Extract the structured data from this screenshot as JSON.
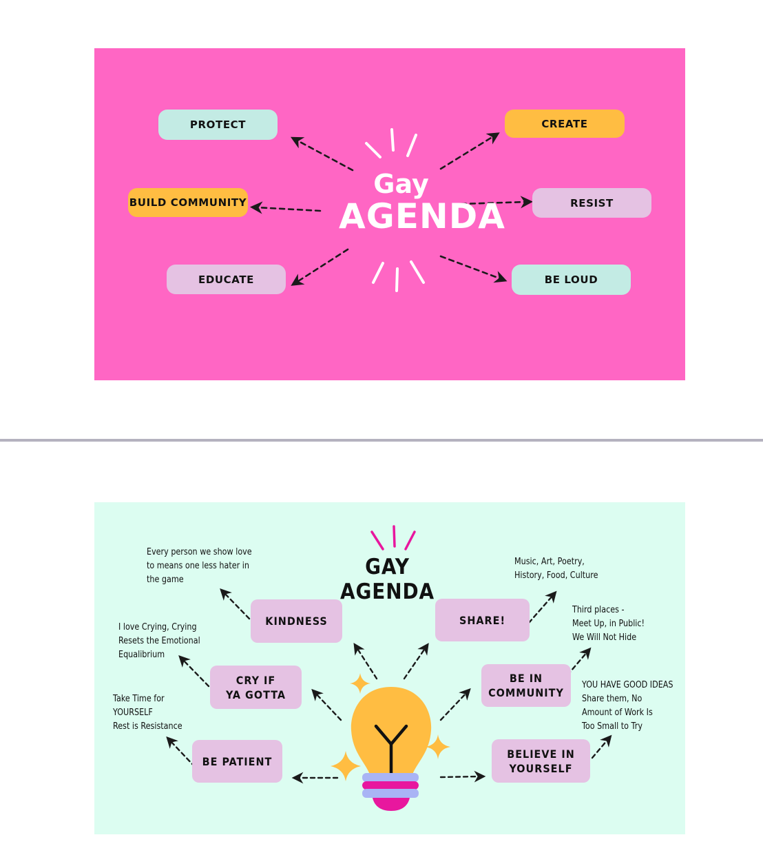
{
  "top_slide": {
    "title_line1": "Gay",
    "title_line2": "AGENDA",
    "nodes": {
      "protect": "PROTECT",
      "create": "CREATE",
      "build_community": "BUILD COMMUNITY",
      "resist": "RESIST",
      "educate": "EDUCATE",
      "be_loud": "BE LOUD"
    },
    "colors": {
      "background": "#ff66c4",
      "mint": "#c3ebe4",
      "yellow": "#ffbd42",
      "lilac": "#e5c2e3"
    }
  },
  "bottom_slide": {
    "title": "GAY AGENDA",
    "boxes": {
      "kindness": "KINDNESS",
      "share": "SHARE!",
      "cry": "CRY IF\nYA GOTTA",
      "be_in_community": "BE IN\nCOMMUNITY",
      "be_patient": "BE PATIENT",
      "believe": "BELIEVE IN\nYOURSELF"
    },
    "notes": {
      "kindness": "Every person we show love\nto means one less hater in\nthe game",
      "share": "Music, Art, Poetry,\nHistory, Food, Culture",
      "cry": "I love Crying, Crying\nResets the Emotional\nEqualibrium",
      "community": "Third places -\nMeet Up, in Public!\nWe Will Not Hide",
      "patient": "Take Time for\nYOURSELF\nRest is Resistance",
      "believe": "YOU HAVE GOOD IDEAS\nShare them, No\nAmount of Work Is\nToo Small to Try"
    },
    "colors": {
      "background": "#dcfdf1",
      "box": "#e5c2e3",
      "bulb": "#ffbd42",
      "accent_pink": "#e8179e",
      "accent_blue": "#a9b4f5"
    }
  }
}
